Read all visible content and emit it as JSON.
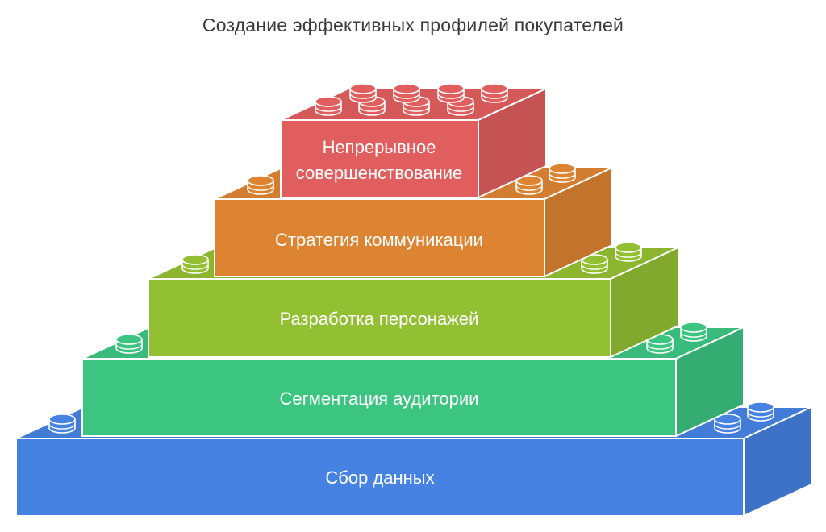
{
  "title": "Создание эффективных профилей покупателей",
  "levels": [
    {
      "label": "Сбор данных",
      "color": "#4682E1"
    },
    {
      "label": "Сегментация аудитории",
      "color": "#3CC581"
    },
    {
      "label": "Разработка персонажей",
      "color": "#93C033"
    },
    {
      "label": "Стратегия коммуникации",
      "color": "#DD8432"
    },
    {
      "label": "Непрерывное совершенствование",
      "label_lines": [
        "Непрерывное",
        "совершенствование"
      ],
      "color": "#E15E5E"
    }
  ]
}
